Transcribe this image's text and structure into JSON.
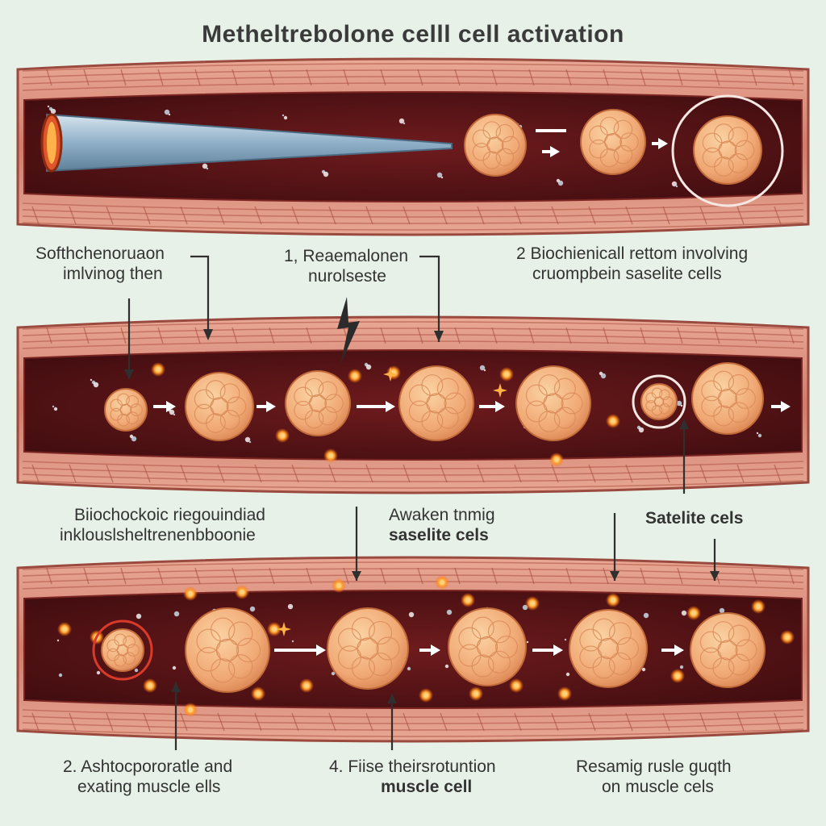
{
  "title": "Metheltrebolone celll cell activation",
  "labels": {
    "top_left": [
      "Softhchenoruaon",
      "imlvinog then"
    ],
    "top_mid": [
      "1, Reaemalonen",
      "nurolseste"
    ],
    "top_right": [
      "2 Biochienicall rettom involving",
      "cruompbein saselite cells"
    ],
    "mid_left": [
      "Biiochockoic riegouindiad",
      "inklouslsheltrenenbboonie"
    ],
    "mid_mid": [
      "Awaken tnmig",
      "saselite cels"
    ],
    "mid_right": [
      "Satelite cels"
    ],
    "bot_left": [
      "2. Ashtocpororatle and",
      "exating  muscle ells"
    ],
    "bot_mid": [
      "4. Fiise theirsrotuntion",
      "muscle cell"
    ],
    "bot_right": [
      "Resamig rusle guqth",
      "on muscle cels"
    ]
  },
  "colors": {
    "background": "#e7f1e8",
    "muscle_outer": "#d98a7a",
    "muscle_dark": "#a8453f",
    "lumen": "#5a1518",
    "cell_fill": "#f2b27c",
    "cell_edge": "#c9743f",
    "spark": "#ff9a2a"
  },
  "icons": [
    "syringe-needle-icon",
    "arrow-right-icon",
    "arrow-down-icon",
    "lightning-bolt-icon",
    "sparkle-icon"
  ]
}
